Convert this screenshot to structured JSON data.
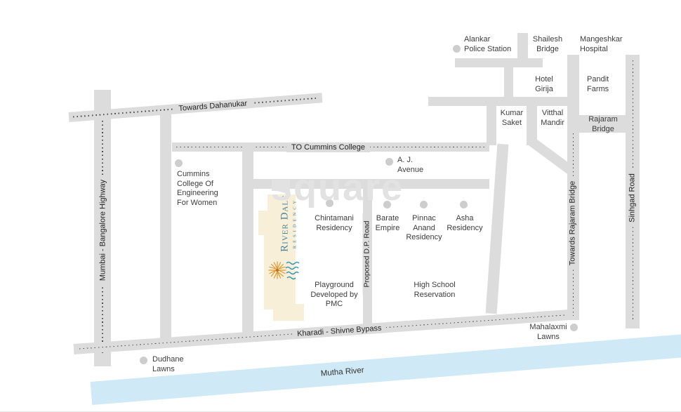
{
  "map": {
    "watermark": "square",
    "logo": {
      "title": "River Dale",
      "subtitle": "RESIDENCY"
    },
    "roads": {
      "highway": "Mumbai - Bangalore Highway",
      "dahanukar": "Towards Dahanukar",
      "cummins": "TO Cummins College",
      "dp_road": "Proposed D.P. Road",
      "rajaram": "Towards Rajaram Bridge",
      "sinhgad": "Sinhgad Road",
      "bypass": "Kharadi - Shivne Bypass",
      "river": "Mutha River"
    },
    "places": {
      "alankar": "Alankar\nPolice Station",
      "shailesh": "Shailesh\nBridge",
      "mangeshkar": "Mangeshkar\nHospital",
      "hotel_girija": "Hotel\nGirija",
      "pandit_farms": "Pandit\nFarms",
      "kumar_saket": "Kumar\nSaket",
      "vitthal_mandir": "Vitthal\nMandir",
      "rajaram_bridge": "Rajaram\nBridge",
      "cummins_college": "Cummins\nCollege Of\nEngineering\nFor Women",
      "aj_avenue": "A. J.\nAvenue",
      "chintamani": "Chintamani\nResidency",
      "barate": "Barate\nEmpire",
      "pinnac": "Pinnac\nAnand\nResidency",
      "asha": "Asha\nResidency",
      "playground": "Playground\nDeveloped by\nPMC",
      "high_school": "High School\nReservation",
      "mahalaxmi": "Mahalaxmi\nLawns",
      "dudhane": "Dudhane\nLawns"
    },
    "colors": {
      "road": "#dcdcdc",
      "river": "#cfe9f6",
      "plot": "#f8efd9",
      "logo_teal": "#44809b",
      "tree_orange": "#e09a33",
      "wave_teal": "#2f93b5",
      "marker": "#cdcdcd"
    }
  }
}
